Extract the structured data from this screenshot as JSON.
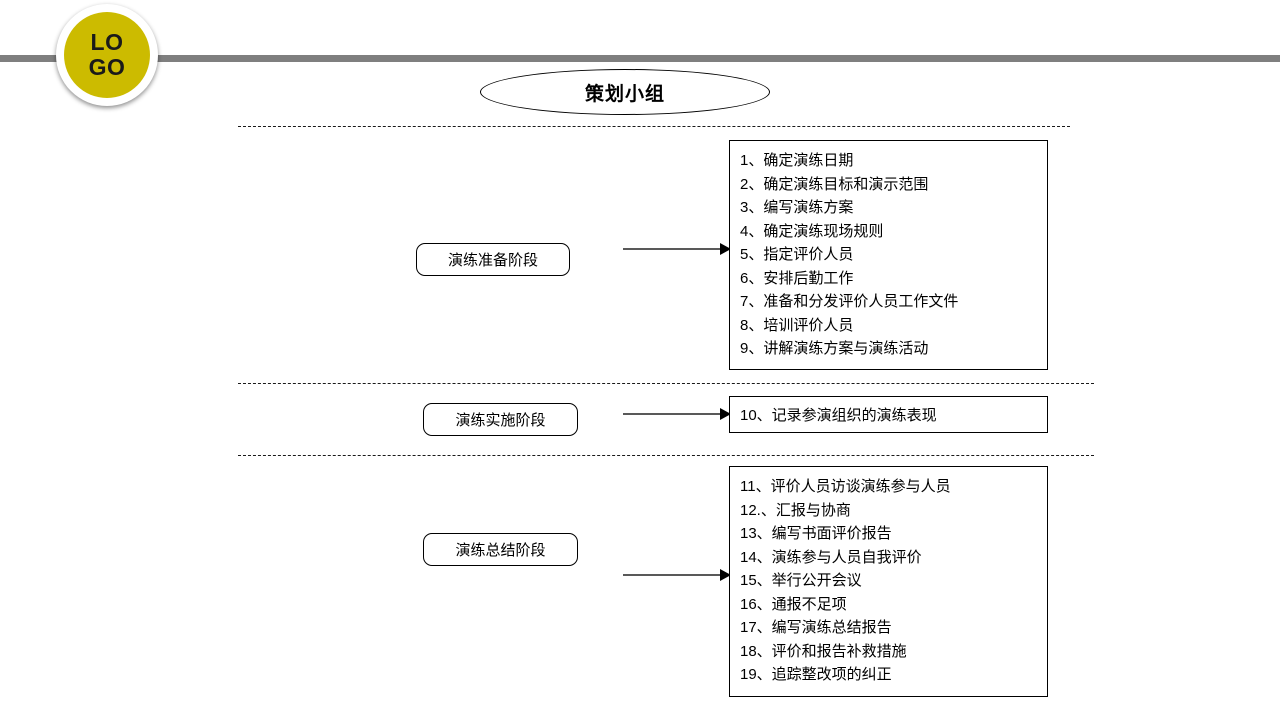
{
  "header": {
    "logo": {
      "line1": "LO",
      "line2": "GO",
      "color": "#ccbb00"
    },
    "bar_color": "#7f7f7f",
    "title": "策划小组"
  },
  "stages": [
    {
      "label": "演练准备阶段"
    },
    {
      "label": "演练实施阶段"
    },
    {
      "label": "演练总结阶段"
    }
  ],
  "boxes": [
    {
      "items": [
        "1、确定演练日期",
        "2、确定演练目标和演示范围",
        "3、编写演练方案",
        "4、确定演练现场规则",
        "5、指定评价人员",
        "6、安排后勤工作",
        "7、准备和分发评价人员工作文件",
        "8、培训评价人员",
        "9、讲解演练方案与演练活动"
      ]
    },
    {
      "items": [
        "10、记录参演组织的演练表现"
      ]
    },
    {
      "items": [
        "11、评价人员访谈演练参与人员",
        "12.、汇报与协商",
        "13、编写书面评价报告",
        "14、演练参与人员自我评价",
        "15、举行公开会议",
        "16、通报不足项",
        "17、编写演练总结报告",
        "18、评价和报告补救措施",
        "19、追踪整改项的纠正"
      ]
    }
  ]
}
